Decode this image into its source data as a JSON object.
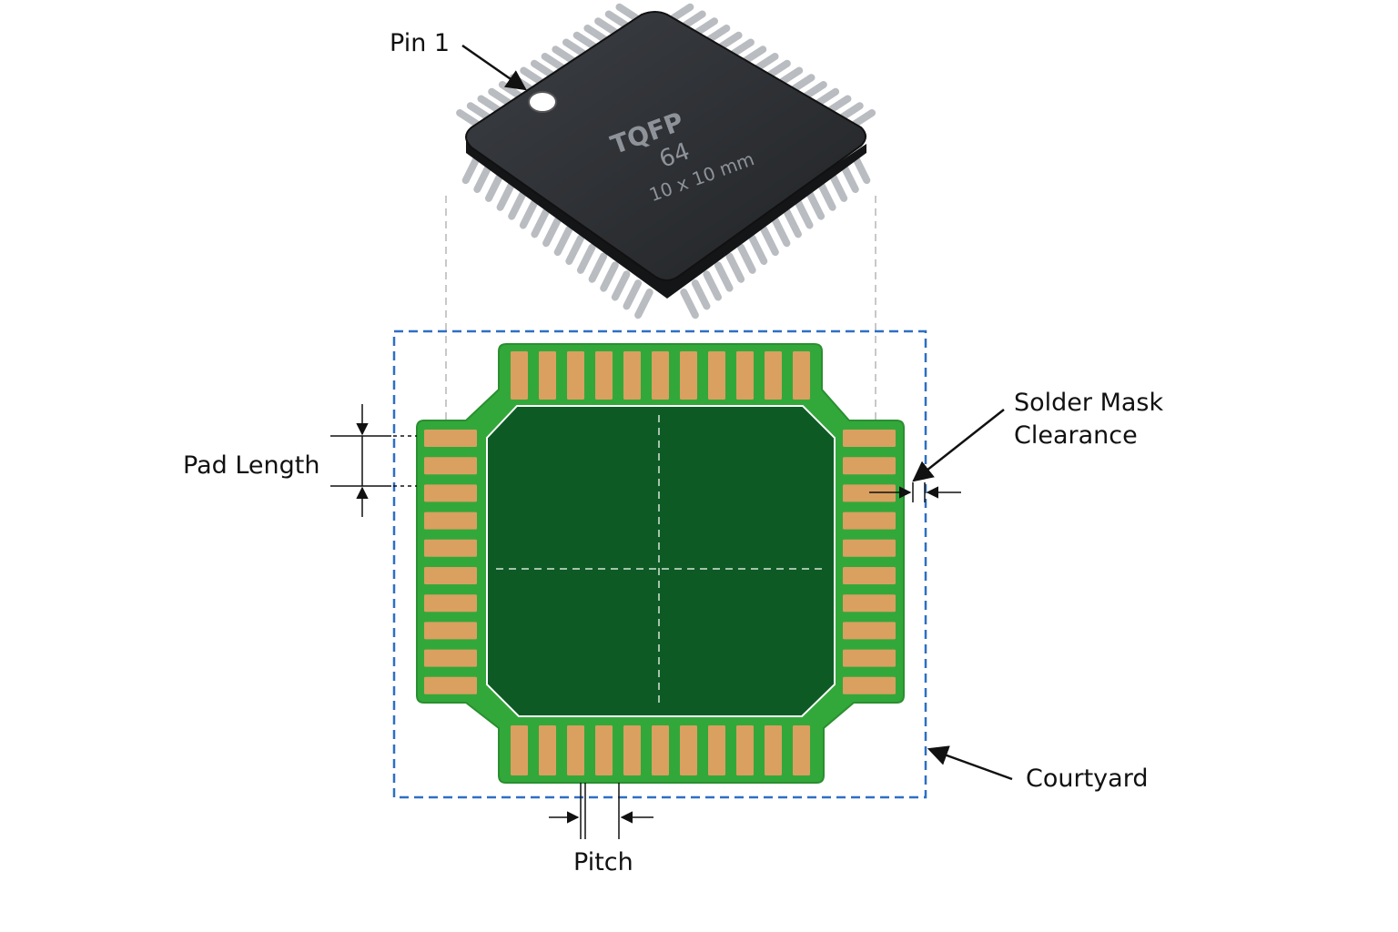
{
  "chip": {
    "line1": "TQFP",
    "line2": "64",
    "line3": "10 x 10 mm"
  },
  "labels": {
    "pin1": "Pin 1",
    "pad_length": "Pad Length",
    "solder_mask_line1": "Solder Mask",
    "solder_mask_line2": "Clearance",
    "courtyard": "Courtyard",
    "pitch": "Pitch"
  },
  "colors": {
    "background": "#ffffff",
    "chip_body": "#2d2f33",
    "chip_text": "#8e939a",
    "lead_metal": "#b9bcc0",
    "board_green": "#33a83a",
    "mask_dark_green": "#0d5a25",
    "copper_pad": "#d9a060",
    "courtyard_blue": "#2e6fc4"
  },
  "footprint": {
    "pads_top": 11,
    "pads_bottom": 11,
    "pads_left": 10,
    "pads_right": 10
  }
}
